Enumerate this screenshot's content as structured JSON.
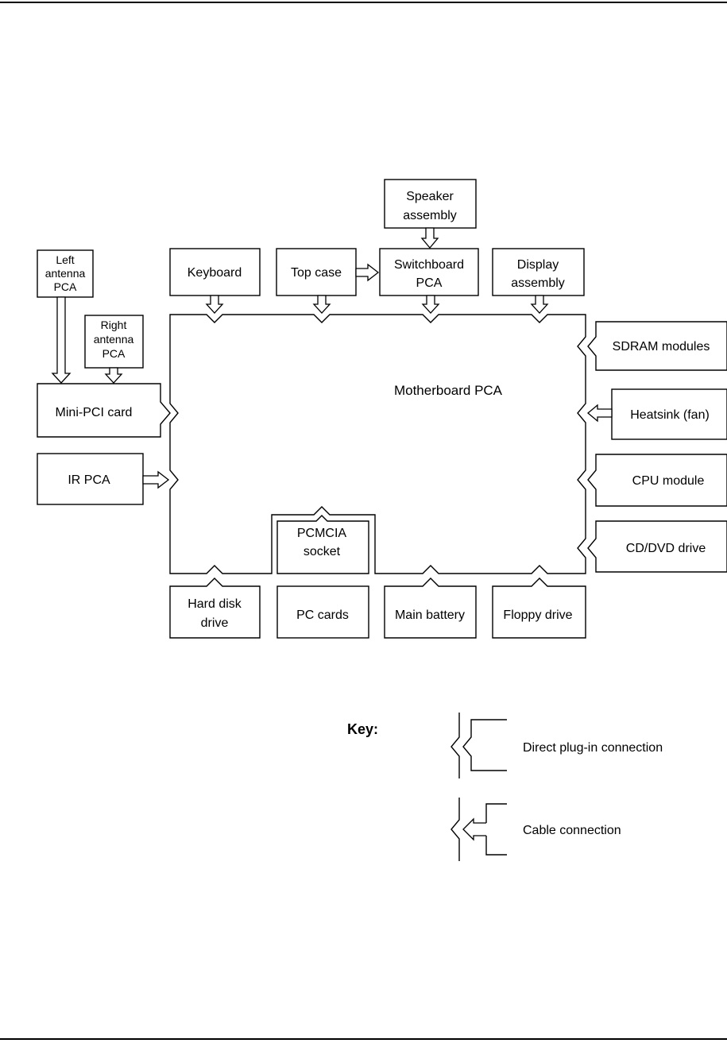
{
  "diagram": {
    "center": "Motherboard PCA",
    "components": {
      "speaker": [
        "Speaker",
        "assembly"
      ],
      "keyboard": [
        "Keyboard"
      ],
      "top_case": [
        "Top case"
      ],
      "switchboard": [
        "Switchboard",
        "PCA"
      ],
      "display": [
        "Display",
        "assembly"
      ],
      "left_antenna": [
        "Left",
        "antenna",
        "PCA"
      ],
      "right_antenna": [
        "Right",
        "antenna",
        "PCA"
      ],
      "mini_pci": [
        "Mini-PCI card"
      ],
      "ir_pca": [
        "IR PCA"
      ],
      "sdram": [
        "SDRAM modules"
      ],
      "heatsink": [
        "Heatsink (fan)"
      ],
      "cpu": [
        "CPU module"
      ],
      "cddvd": [
        "CD/DVD drive"
      ],
      "pcmcia": [
        "PCMCIA",
        "socket"
      ],
      "hdd": [
        "Hard disk",
        "drive"
      ],
      "pc_cards": [
        "PC cards"
      ],
      "battery": [
        "Main battery"
      ],
      "floppy": [
        "Floppy drive"
      ]
    },
    "key": {
      "title": "Key:",
      "direct": "Direct plug-in connection",
      "cable": "Cable connection"
    }
  }
}
